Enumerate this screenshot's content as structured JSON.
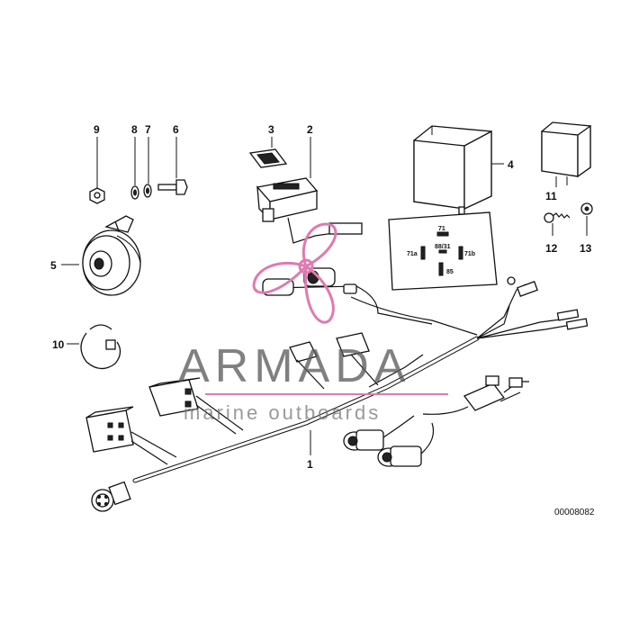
{
  "callouts": [
    {
      "id": "1",
      "label": "1"
    },
    {
      "id": "2",
      "label": "2"
    },
    {
      "id": "3",
      "label": "3"
    },
    {
      "id": "4",
      "label": "4"
    },
    {
      "id": "5",
      "label": "5"
    },
    {
      "id": "6",
      "label": "6"
    },
    {
      "id": "7",
      "label": "7"
    },
    {
      "id": "8",
      "label": "8"
    },
    {
      "id": "9",
      "label": "9"
    },
    {
      "id": "10",
      "label": "10"
    },
    {
      "id": "11",
      "label": "11"
    },
    {
      "id": "12",
      "label": "12"
    },
    {
      "id": "13",
      "label": "13"
    }
  ],
  "relay_diagram": {
    "t71": "71",
    "t8831": "88/31",
    "t71a": "71a",
    "t71b": "71b",
    "t85": "85"
  },
  "watermark": {
    "brand": "ARMADA",
    "tagline": "marine outboards",
    "color": "#e07ab0"
  },
  "reference_number": "00008082"
}
